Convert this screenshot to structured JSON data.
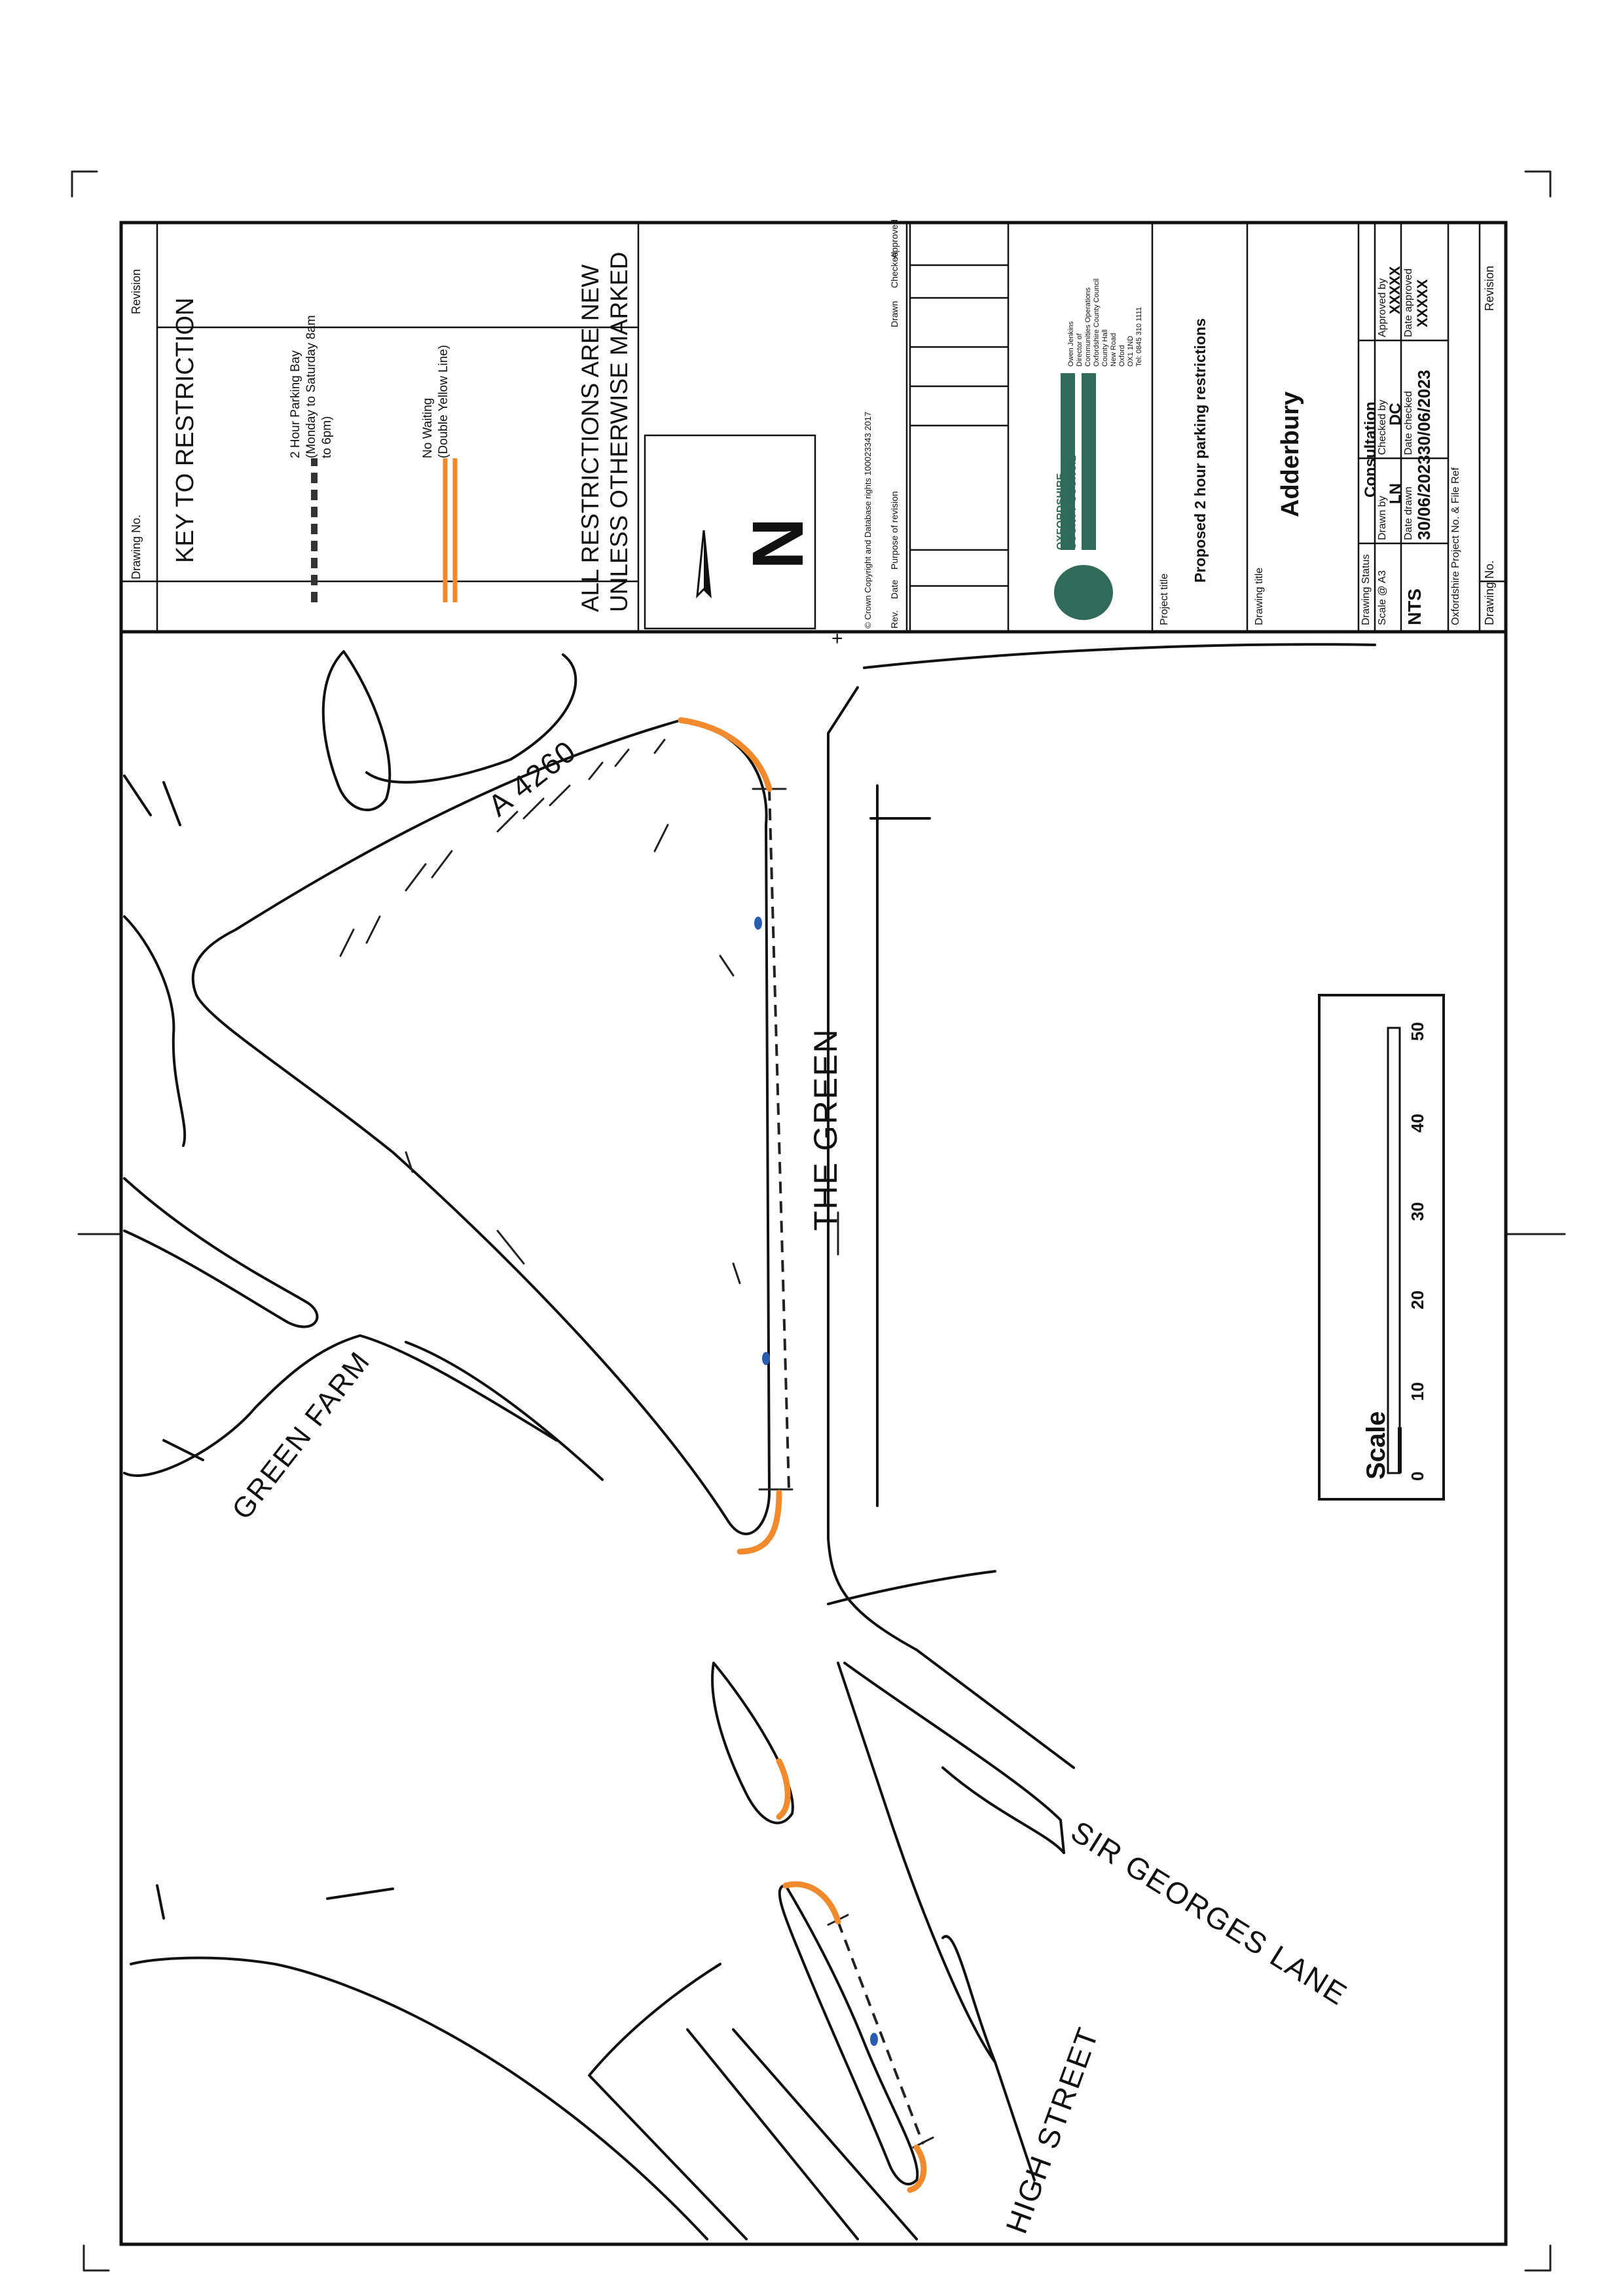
{
  "title_block": {
    "drawing_no_label": "Drawing No.",
    "revision_label": "Revision",
    "key_heading": "KEY TO RESTRICTION",
    "key_items": [
      {
        "icon": "dashed-bay-line-icon",
        "label_line1": "2 Hour Parking Bay",
        "label_line2": "(Monday to Saturday 8am",
        "label_line3": "to 6pm)"
      },
      {
        "icon": "double-yellow-line-icon",
        "color": "#f08a2c",
        "label_line1": "No Waiting",
        "label_line2": "(Double Yellow Line)"
      }
    ],
    "restrictions_note_line1": "ALL RESTRICTIONS ARE NEW",
    "restrictions_note_line2": "UNLESS OTHERWISE MARKED",
    "north_letter": "N",
    "copyright": "© Crown Copyright and Database rights 100023343 2017",
    "revision_table_headers": [
      "Rev.",
      "Date",
      "Purpose of revision",
      "Drawn",
      "Checked",
      "Approved"
    ],
    "org_name_line1": "OXFORDSHIRE",
    "org_name_line2": "COUNTY COUNCIL",
    "org_address": [
      "Owen Jenkins",
      "Director of",
      "Communities Operations",
      "Oxfordshire County Council",
      "County Hall",
      "New Road",
      "Oxford",
      "OX1 1ND",
      "Tel: 0845 310 1111"
    ],
    "project_title_label": "Project title",
    "project_title": "Proposed 2 hour parking restrictions",
    "drawing_title_label": "Drawing title",
    "drawing_title": "Adderbury",
    "drawing_status_label": "Drawing Status",
    "drawing_status": "Consultation",
    "scale_label": "Scale @ A3",
    "scale_value": "NTS",
    "drawn_by_label": "Drawn by",
    "drawn_by": "LN",
    "checked_by_label": "Checked by",
    "checked_by": "DC",
    "approved_by_label": "Approved by",
    "approved_by": "XXXXX",
    "date_drawn_label": "Date drawn",
    "date_drawn": "30/06/2023",
    "date_checked_label": "Date checked",
    "date_checked": "30/06/2023",
    "date_approved_label": "Date approved",
    "date_approved": "XXXXX",
    "project_ref_label": "Oxfordshire Project No. & File Ref"
  },
  "map": {
    "road_labels": [
      "A 4260",
      "THE GREEN",
      "GREEN FARM",
      "SIR GEORGES LANE",
      "HIGH STREET"
    ],
    "scale_bar": {
      "label": "Scale",
      "ticks": [
        "0",
        "10",
        "20",
        "30",
        "40",
        "50"
      ]
    }
  }
}
